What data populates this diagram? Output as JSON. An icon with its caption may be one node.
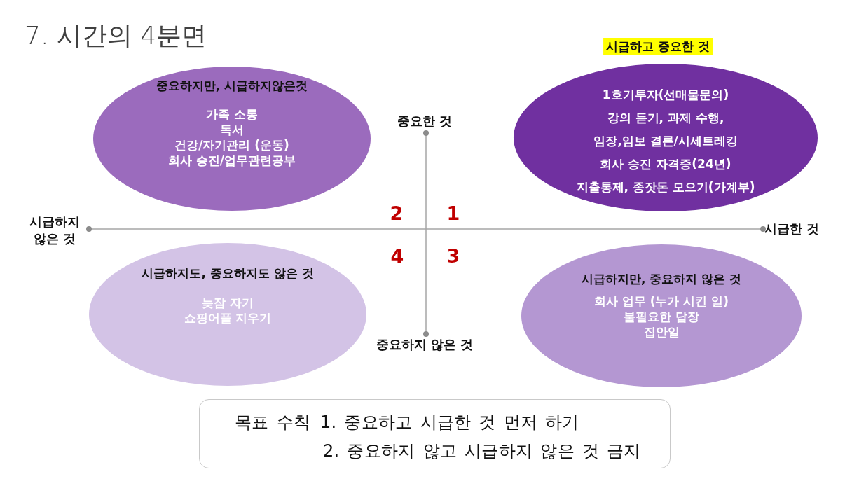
{
  "diagram": {
    "title": "7. 시간의 4분면",
    "nodes": [
      {
        "text": [
          "중요하지만, 시급하지않은것",
          "가족 소통",
          "독서",
          "건강/자기관리 (운동)",
          "회사 승진/업무관련공부"
        ]
      },
      {
        "text": [
          "시급하고 중요한 것",
          "1호기투자(선매물문의)",
          "강의 듣기, 과제 수행,",
          "임장,임보 결론/시세트레킹",
          "회사 승진 자격증(24년)",
          "지출통제, 종잣돈 모으기(가계부)"
        ]
      },
      {
        "text": [
          "시급하지도, 중요하지도 않은 것",
          "늦잠 자기",
          "쇼핑어플 지우기"
        ]
      },
      {
        "text": [
          "시급하지만, 중요하지 않은 것",
          "회사 업무 (누가 시킨 일)",
          "불필요한 답장",
          "집안일"
        ]
      },
      {
        "text": [
          "목표 수칙",
          "1. 중요하고 시급한 것 먼저 하기",
          "2. 중요하지 않고 시급하지 않은 것 금지"
        ]
      }
    ],
    "labels": [
      "중요한 것",
      "2",
      "1",
      "시급하지 않은 것",
      "시급한 것",
      "4",
      "3",
      "중요하지 않은 것"
    ]
  }
}
